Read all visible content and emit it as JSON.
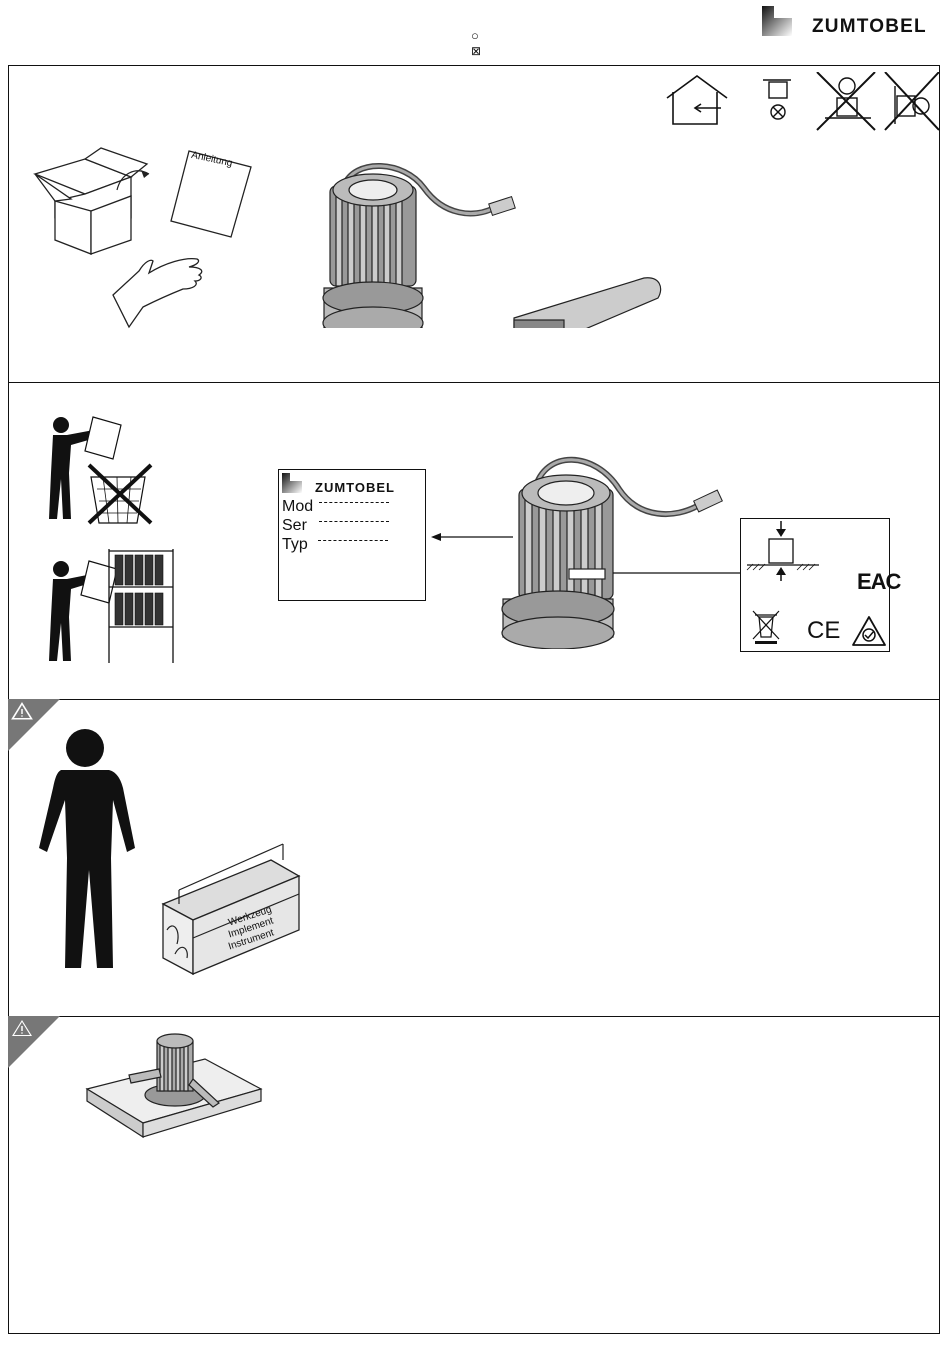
{
  "header": {
    "brand_name": "ZUMTOBEL",
    "symbols": [
      "○",
      "⊠"
    ]
  },
  "panels": [
    {
      "id": "unboxing",
      "manual_label": "Anleitung",
      "icons": [
        "indoor-house-icon",
        "ceiling-mount-icon",
        "no-ceiling-mount-crossed-icon",
        "no-wall-mount-crossed-icon"
      ]
    },
    {
      "id": "keep-manual",
      "label": {
        "brand_name": "ZUMTOBEL",
        "rows": [
          {
            "key": "Mod"
          },
          {
            "key": "Ser"
          },
          {
            "key": "Typ"
          }
        ]
      },
      "certifications": [
        "EAC",
        "CE",
        "RCM"
      ]
    },
    {
      "id": "tools",
      "toolbox_text": [
        "Werkzeug",
        "Implement",
        "Instrument"
      ]
    },
    {
      "id": "installation"
    }
  ]
}
